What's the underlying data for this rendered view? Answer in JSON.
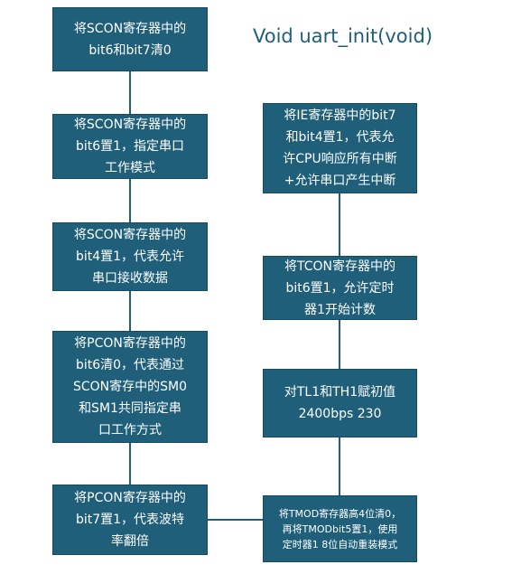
{
  "title": "Void uart_init(void)",
  "colors": {
    "box_fill": "#1f5f7a",
    "box_border": "#184b60",
    "text": "#ffffff",
    "title": "#1f5f7a",
    "line": "#1f5f7a"
  },
  "left_column": [
    {
      "text": "将SCON寄存器中的\nbit6和bit7清0"
    },
    {
      "text": "将SCON寄存器中的\nbit6置1，指定串口\n工作模式"
    },
    {
      "text": "将SCON寄存器中的\nbit4置1，代表允许\n串口接收数据"
    },
    {
      "text": "将PCON寄存器中的\nbit6清0，代表通过\nSCON寄存中的SM0\n和SM1共同指定串\n口工作方式"
    },
    {
      "text": "将PCON寄存器中的\nbit7置1，代表波特\n率翻倍"
    }
  ],
  "right_column": [
    {
      "text": "将IE寄存器中的bit7\n和bit4置1，代表允\n许CPU响应所有中断\n+允许串口产生中断"
    },
    {
      "text": "将TCON寄存器中的\nbit6置1，允许定时\n器1开始计数"
    },
    {
      "text": "对TL1和TH1赋初值\n2400bps 230"
    },
    {
      "text": "将TMOD寄存器高4位清0，\n再将TMODbit5置1，使用\n定时器1 8位自动重装模式"
    }
  ]
}
